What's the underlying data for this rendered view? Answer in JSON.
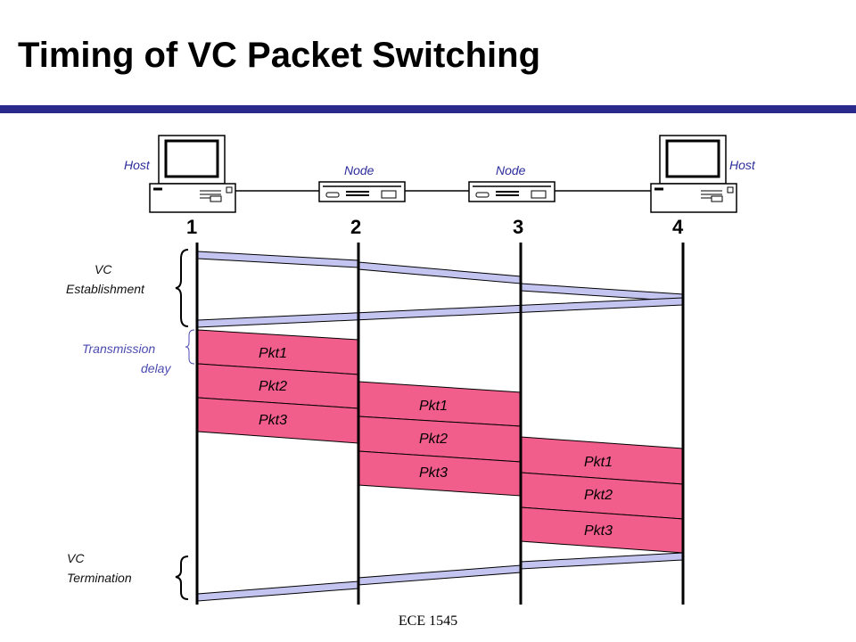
{
  "slide": {
    "title": "Timing of VC Packet Switching",
    "footer": "ECE 1545",
    "accent_color": "#2a2a8c"
  },
  "network": {
    "devices": [
      {
        "label": "Host",
        "icon": "computer-icon"
      },
      {
        "label": "Node",
        "icon": "switch-node-icon"
      },
      {
        "label": "Node",
        "icon": "switch-node-icon"
      },
      {
        "label": "Host",
        "icon": "computer-icon"
      }
    ],
    "numbers": [
      "1",
      "2",
      "3",
      "4"
    ]
  },
  "labels": {
    "vc_establishment": [
      "VC",
      "Establishment"
    ],
    "transmission_delay": [
      "Transmission",
      "delay"
    ],
    "vc_termination": [
      "VC",
      "Termination"
    ]
  },
  "packets": [
    "Pkt1",
    "Pkt2",
    "Pkt3"
  ],
  "colors": {
    "packet_fill": "#f25e8c",
    "signal_fill": "#c4c4f0",
    "label_blue": "#2d2d9c"
  }
}
